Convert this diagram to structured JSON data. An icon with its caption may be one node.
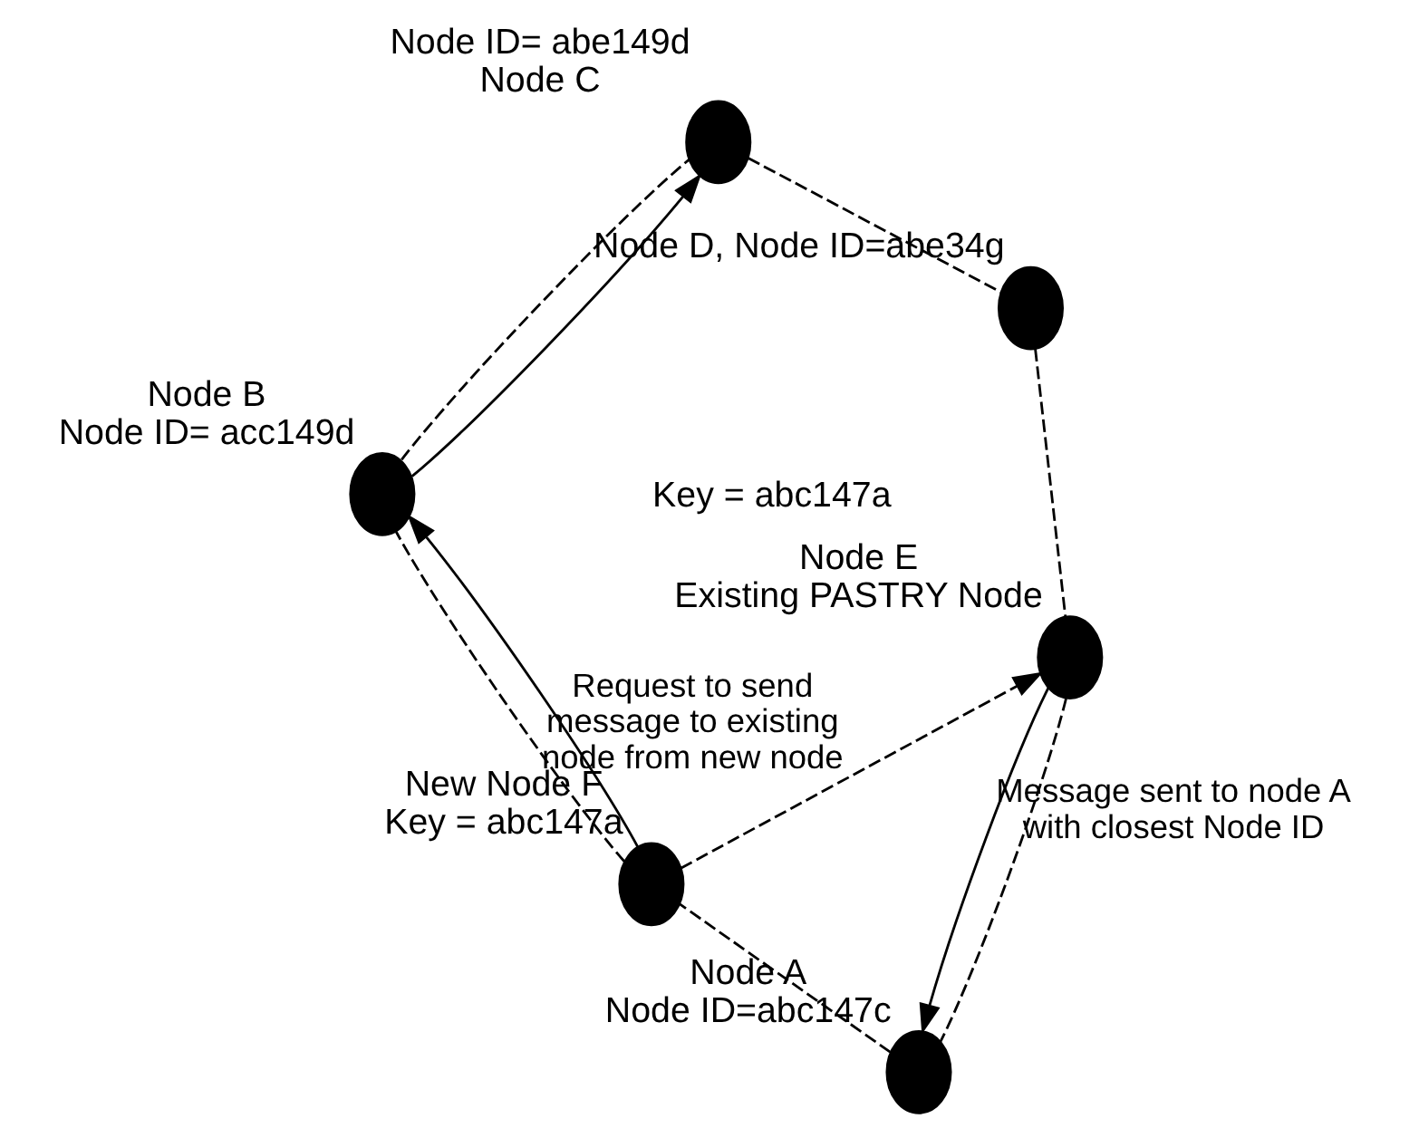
{
  "diagram": {
    "nodes": [
      {
        "text": [
          "Node D, Node ID=abe34g"
        ]
      },
      {
        "text": [
          "Node ID= abe149d",
          "Node C"
        ]
      },
      {
        "text": [
          "Node E",
          "Existing PASTRY Node"
        ]
      },
      {
        "text": [
          "Node B",
          "Node ID= acc149d"
        ]
      },
      {
        "text": [
          "Node A",
          "Node ID=abc147c"
        ]
      },
      {
        "text": [
          "New Node F",
          "Key = abc147a"
        ]
      }
    ],
    "edges": [
      {
        "from": 1,
        "to": 0,
        "arrow": "none",
        "style": "dashed"
      },
      {
        "from": 0,
        "to": 2,
        "arrow": "none",
        "style": "dashed"
      },
      {
        "from": 2,
        "to": 4,
        "arrow": "none",
        "style": "dashed"
      },
      {
        "from": 4,
        "to": 5,
        "arrow": "none",
        "style": "dashed"
      },
      {
        "from": 5,
        "to": 3,
        "arrow": "none",
        "style": "dashed"
      },
      {
        "from": 3,
        "to": 1,
        "arrow": "none",
        "style": "dashed"
      },
      {
        "from": 5,
        "to": 3,
        "arrow": "to"
      },
      {
        "from": 3,
        "to": 1,
        "arrow": "to"
      },
      {
        "from": 2,
        "to": 4,
        "arrow": "to",
        "label": "Message sent to node A with closest Node ID"
      },
      {
        "from": 5,
        "to": 2,
        "arrow": "to",
        "style": "dashed",
        "label": "Request to send message to existing node from new node"
      }
    ],
    "labels": [
      "Key = abc147a"
    ]
  }
}
